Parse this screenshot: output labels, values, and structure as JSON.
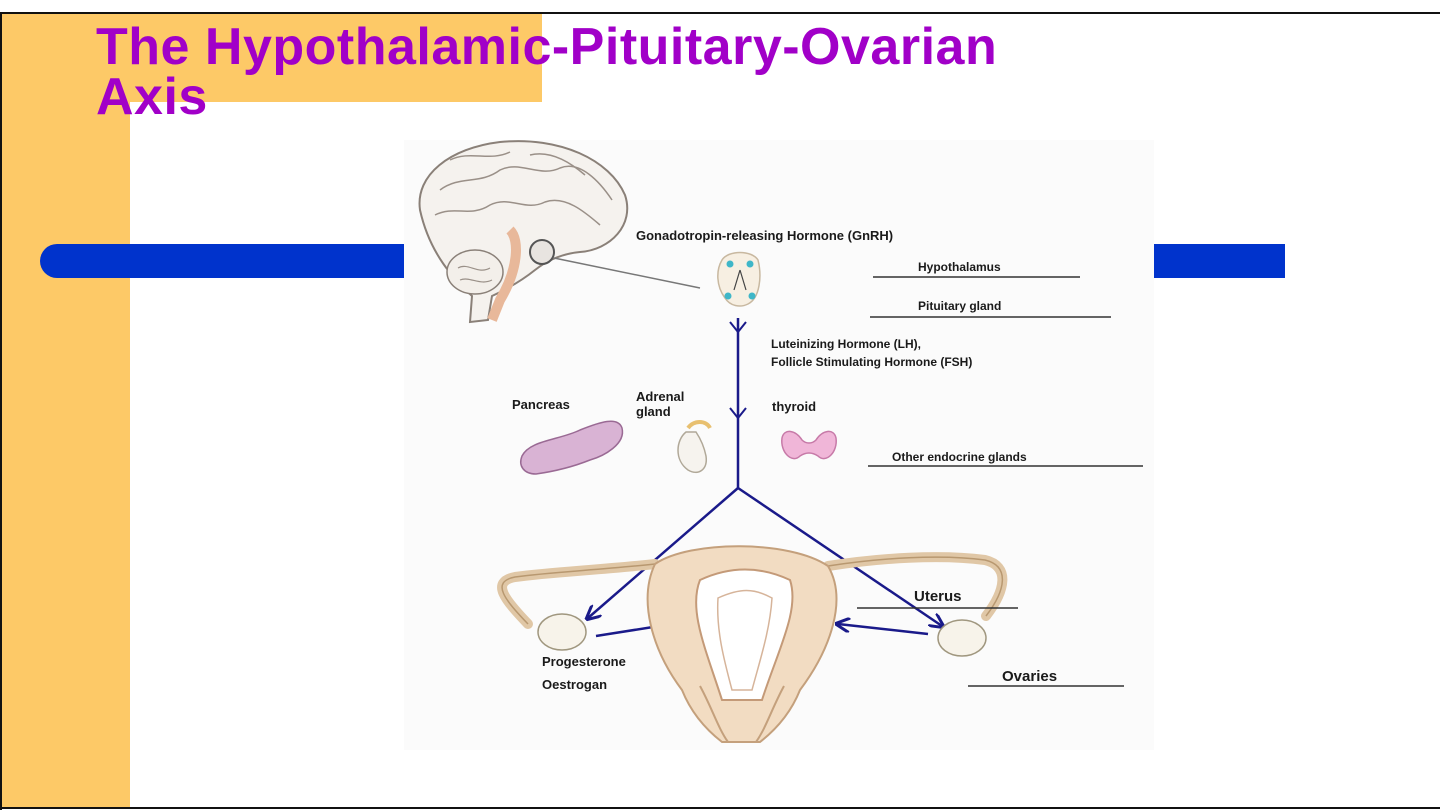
{
  "slide": {
    "title_line1": "The Hypothalamic-Pituitary-Ovarian",
    "title_line2": "Axis"
  },
  "diagram": {
    "gnrh": "Gonadotropin-releasing Hormone (GnRH)",
    "hypothalamus": "Hypothalamus",
    "pituitary": "Pituitary gland",
    "lh": "Luteinizing Hormone (LH),",
    "fsh": "Follicle Stimulating Hormone (FSH)",
    "pancreas": "Pancreas",
    "adrenal_line1": "Adrenal",
    "adrenal_line2": "gland",
    "thyroid": "thyroid",
    "other_glands": "Other endocrine glands",
    "uterus": "Uterus",
    "progesterone": "Progesterone",
    "oestrogen": "Oestrogan",
    "ovaries": "Ovaries"
  },
  "colors": {
    "title": "#a100c8",
    "accent_bar": "#fdc967",
    "blue_bar": "#0033cc",
    "arrow": "#1a1a8a"
  }
}
